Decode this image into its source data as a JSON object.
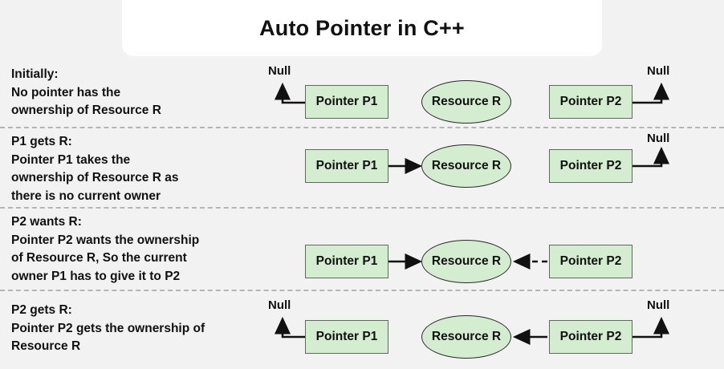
{
  "title": "Auto Pointer in C++",
  "labels": {
    "pointer_p1": "Pointer P1",
    "pointer_p2": "Pointer P2",
    "resource_r": "Resource R",
    "null": "Null"
  },
  "colors": {
    "page_background": "#f2f2f2",
    "card_background": "#ffffff",
    "node_fill": "#d4ecd0",
    "node_stroke": "#5e6a5c",
    "ellipse_stroke": "#2b2b2b",
    "text": "#111111",
    "separator": "#b5b5b5"
  },
  "rows": [
    {
      "id": "initially",
      "heading": "Initially:",
      "body": "No pointer has the\nownership of Resource R",
      "p1_label": "Pointer P1",
      "p2_label": "Pointer P2",
      "resource_label": "Resource R",
      "p1_null_label": "Null",
      "p2_null_label": "Null",
      "p1_state": "null",
      "p2_state": "null",
      "p1_to_resource": "none",
      "p2_to_resource": "none"
    },
    {
      "id": "p1-gets-r",
      "heading": "P1 gets R:",
      "body": "Pointer P1 takes the\nownership of Resource R as\nthere is no current owner",
      "p1_label": "Pointer P1",
      "p2_label": "Pointer P2",
      "resource_label": "Resource R",
      "p1_null_label": "",
      "p2_null_label": "Null",
      "p1_state": "owns",
      "p2_state": "null",
      "p1_to_resource": "solid",
      "p2_to_resource": "none"
    },
    {
      "id": "p2-wants-r",
      "heading": "P2 wants R:",
      "body": "Pointer P2 wants the ownership\nof Resource R, So the current\nowner P1 has to give it to P2",
      "p1_label": "Pointer P1",
      "p2_label": "Pointer P2",
      "resource_label": "Resource R",
      "p1_null_label": "",
      "p2_null_label": "",
      "p1_state": "owns",
      "p2_state": "requesting",
      "p1_to_resource": "solid",
      "p2_to_resource": "dashed"
    },
    {
      "id": "p2-gets-r",
      "heading": "P2 gets R:",
      "body": "Pointer P2 gets the ownership of\nResource R",
      "p1_label": "Pointer P1",
      "p2_label": "Pointer P2",
      "resource_label": "Resource R",
      "p1_null_label": "Null",
      "p2_null_label": "Null",
      "p1_state": "null",
      "p2_state": "owns",
      "p1_to_resource": "none",
      "p2_to_resource": "solid"
    }
  ]
}
